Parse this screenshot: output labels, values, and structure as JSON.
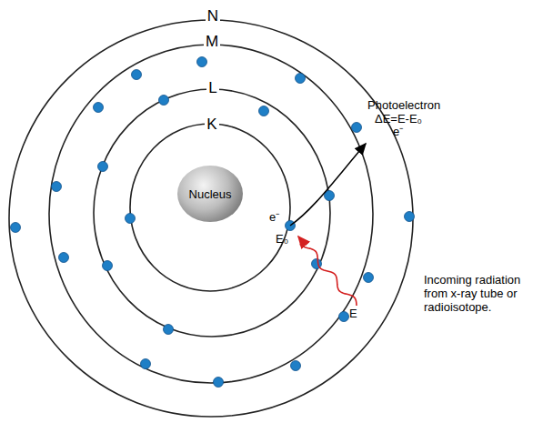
{
  "diagram": {
    "nodes": [
      {
        "text": [
          "Nucleus"
        ]
      }
    ],
    "labels": [
      "N",
      "M",
      "L",
      "K",
      "e⁻",
      "E₀",
      "Photoelectron",
      "ΔE=E-E₀",
      "e⁻",
      "Incoming radiation from x-ray tube or radioisotope.",
      "E"
    ]
  }
}
